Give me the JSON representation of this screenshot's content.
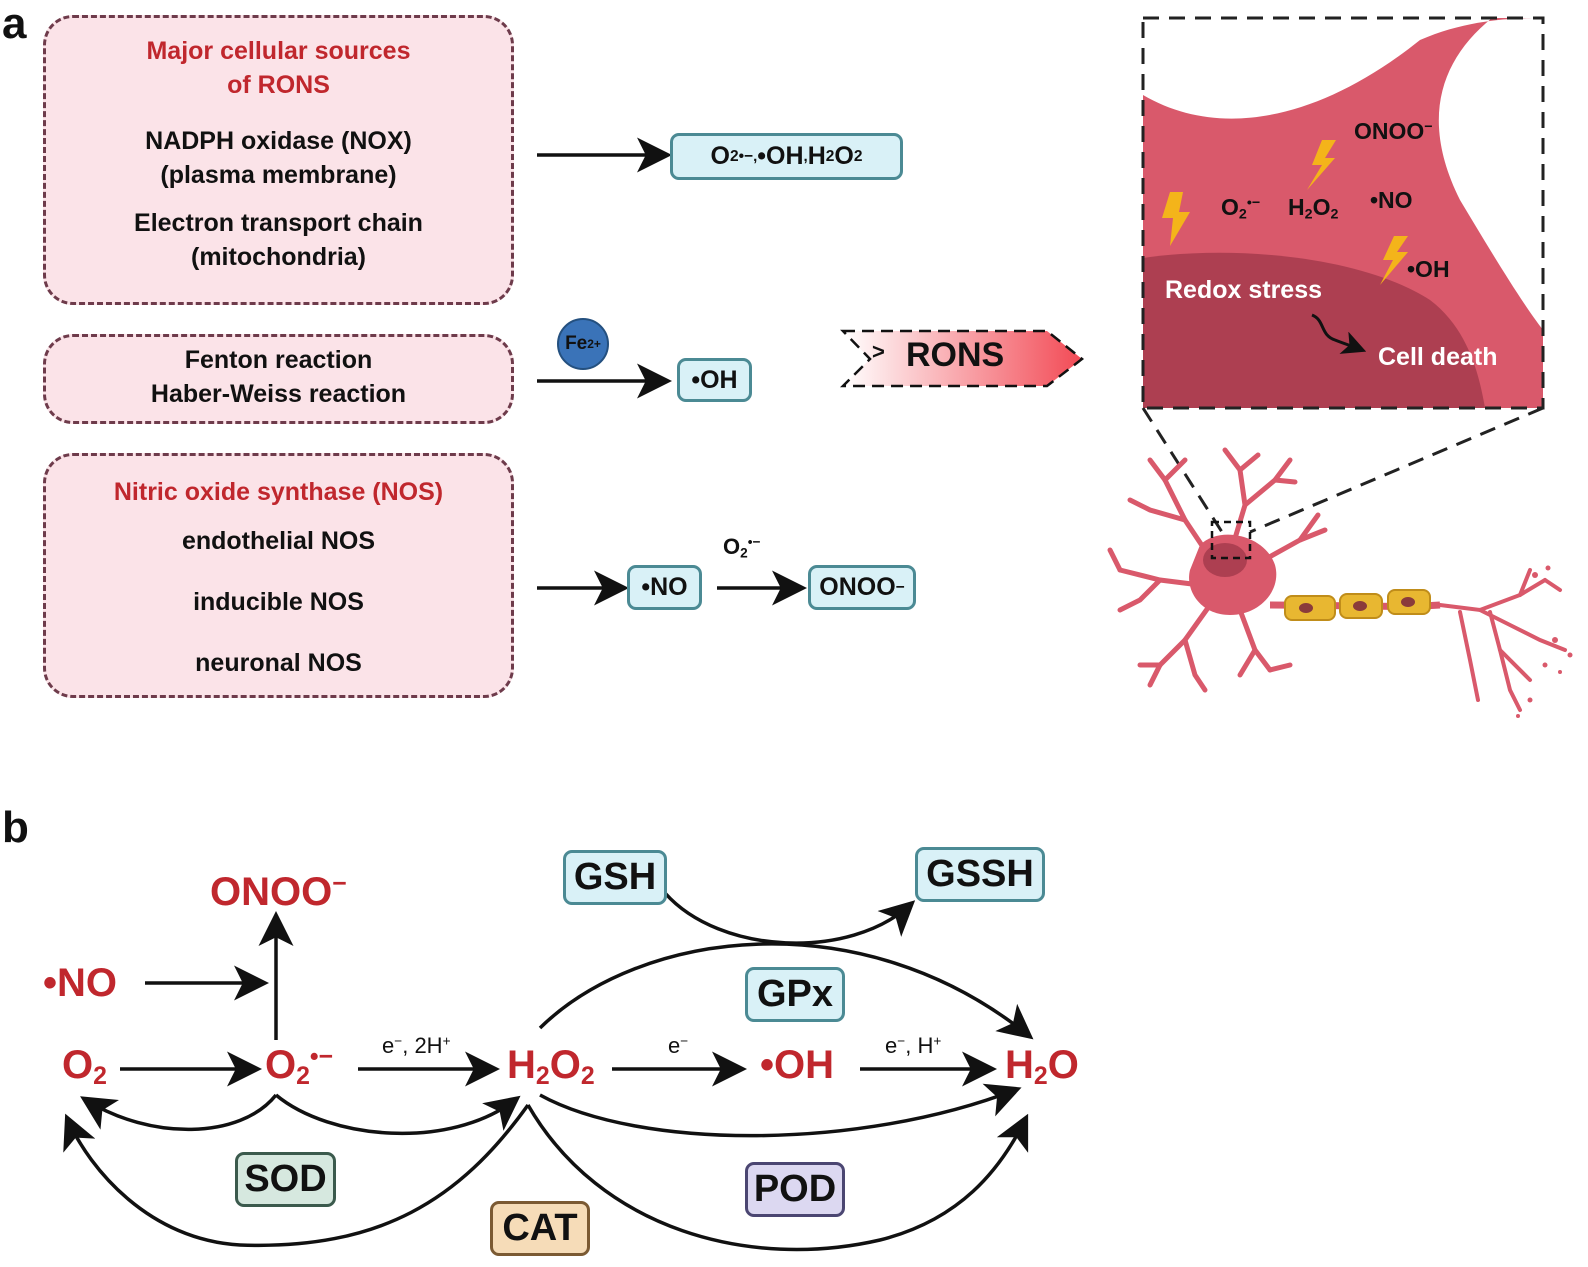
{
  "panel_a": {
    "letter": "a",
    "sources_box": {
      "title_line1": "Major cellular sources",
      "title_line2": "of RONS",
      "nox_line1": "NADPH oxidase (NOX)",
      "nox_line2": "(plasma membrane)",
      "etc_line1": "Electron transport chain",
      "etc_line2": "(mitochondria)"
    },
    "fenton_box": {
      "line1": "Fenton reaction",
      "line2": "Haber-Weiss reaction"
    },
    "nos_box": {
      "title": "Nitric oxide synthase (NOS)",
      "item1": "endothelial NOS",
      "item2": "inducible NOS",
      "item3": "neuronal NOS"
    },
    "products": {
      "row1": {
        "o2": "O",
        "o2_sub": "2",
        "o2_sup": "•−",
        "comma1": ", ",
        "oh": "•OH",
        "comma2": ", ",
        "h": "H",
        "h_sub": "2",
        "o": "O",
        "o_sub": "2"
      },
      "row2": {
        "oh": "•OH",
        "fe": "Fe",
        "fe_sup": "2+"
      },
      "row3": {
        "no": "•NO",
        "over_o": "O",
        "over_sub": "2",
        "over_sup": "•−",
        "onoo": "ONOO",
        "onoo_sup": "−"
      }
    },
    "rons_arrow": {
      "label": "RONS",
      "chevron": ">"
    },
    "zoom": {
      "onoo": "ONOO",
      "onoo_sup": "−",
      "o2": "O",
      "o2_sub": "2",
      "o2_sup": "•−",
      "h": "H",
      "h_sub1": "2",
      "o": "O",
      "o_sub2": "2",
      "no": "•NO",
      "oh": "•OH",
      "redox": "Redox stress",
      "death": "Cell death"
    },
    "colors": {
      "box_fill": "#fbe3e8",
      "box_border": "#6e3b4b",
      "species_fill": "#d9f1f7",
      "species_border": "#4b8a94",
      "neuron": "#d9596b",
      "neuron_dark": "#ad3f51",
      "myelin": "#e8b731",
      "bolt": "#f4b41a",
      "red_text": "#c0272d"
    }
  },
  "panel_b": {
    "letter": "b",
    "species": {
      "onoo": "ONOO",
      "onoo_sup": "−",
      "no": "•NO",
      "o2": "O",
      "o2_sub": "2",
      "sup_o": "O",
      "sup_sub": "2",
      "sup_sup": "•−",
      "h": "H",
      "h_sub": "2",
      "o": "O",
      "o_sub": "2",
      "oh": "•OH",
      "water_h": "H",
      "water_sub": "2",
      "water_o": "O"
    },
    "conditions": {
      "step1": "e",
      "step1_sup": "−",
      "step1_rest": ", 2H",
      "step1_sup2": "+",
      "step2": "e",
      "step2_sup": "−",
      "step3": "e",
      "step3_sup": "−",
      "step3_rest": ", H",
      "step3_sup2": "+"
    },
    "enzymes": {
      "gsh": "GSH",
      "gssh": "GSSH",
      "gpx": "GPx",
      "sod": "SOD",
      "cat": "CAT",
      "pod": "POD"
    },
    "colors": {
      "species_red": "#c0272d",
      "gsh_fill": "#d9f1f7",
      "sod_fill": "#d6e8df",
      "cat_fill": "#f6dcb8",
      "pod_fill": "#dcd8f1"
    }
  }
}
